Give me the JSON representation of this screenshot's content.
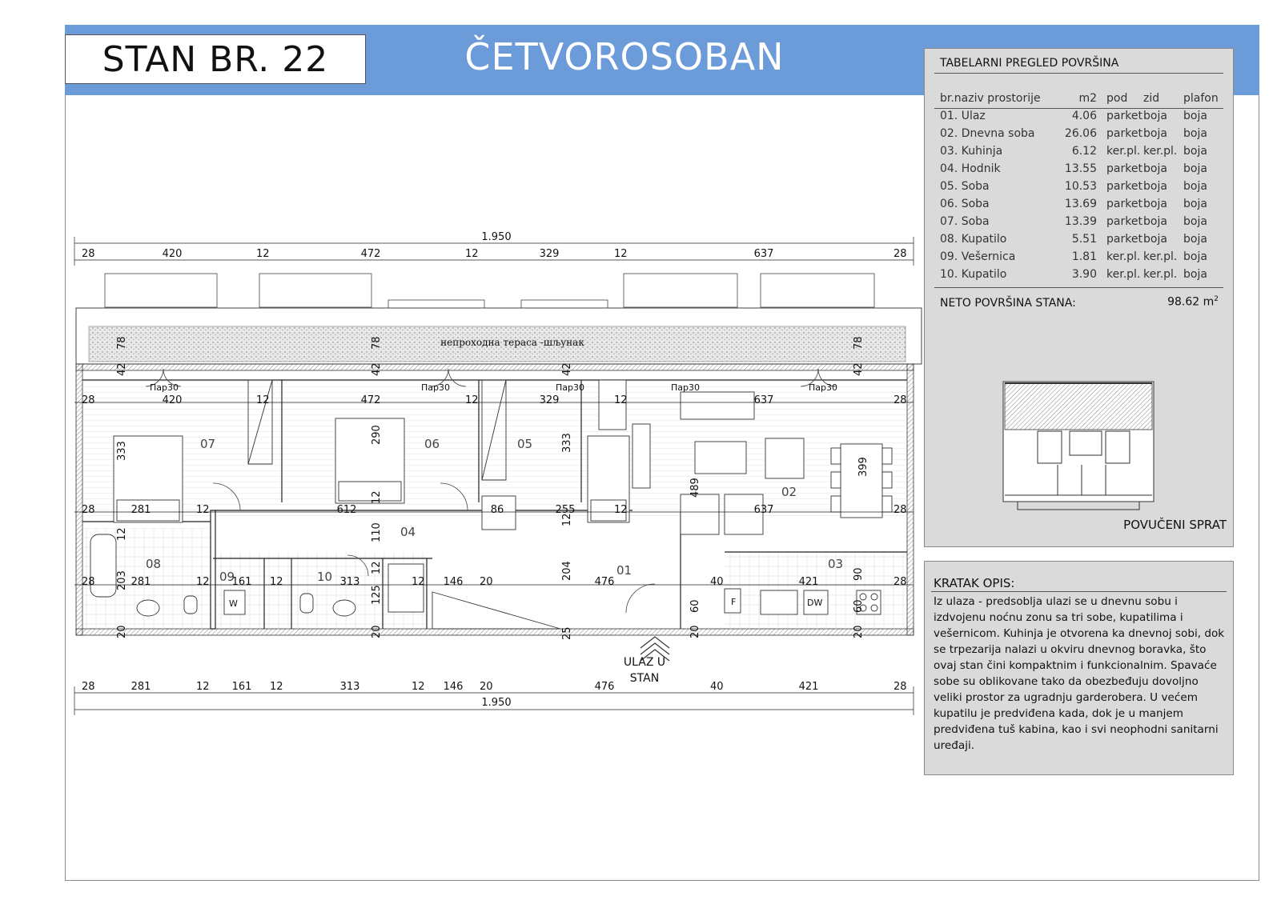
{
  "header": {
    "apartment": "STAN BR. 22",
    "type": "ČETVOROSOBAN"
  },
  "area_table": {
    "title": "TABELARNI PREGLED POVRŠINA",
    "columns": [
      "br.naziv prostorije",
      "m2",
      "pod",
      "zid",
      "plafon"
    ],
    "rows": [
      {
        "name": "01. Ulaz",
        "m2": "4.06",
        "pod": "parket",
        "zid": "boja",
        "plafon": "boja"
      },
      {
        "name": "02. Dnevna soba",
        "m2": "26.06",
        "pod": "parket",
        "zid": "boja",
        "plafon": "boja"
      },
      {
        "name": "03. Kuhinja",
        "m2": "6.12",
        "pod": "ker.pl.",
        "zid": "ker.pl.",
        "plafon": "boja"
      },
      {
        "name": "04. Hodnik",
        "m2": "13.55",
        "pod": "parket",
        "zid": "boja",
        "plafon": "boja"
      },
      {
        "name": "05. Soba",
        "m2": "10.53",
        "pod": "parket",
        "zid": "boja",
        "plafon": "boja"
      },
      {
        "name": "06. Soba",
        "m2": "13.69",
        "pod": "parket",
        "zid": "boja",
        "plafon": "boja"
      },
      {
        "name": "07. Soba",
        "m2": "13.39",
        "pod": "parket",
        "zid": "boja",
        "plafon": "boja"
      },
      {
        "name": "08. Kupatilo",
        "m2": "5.51",
        "pod": "parket",
        "zid": "boja",
        "plafon": "boja"
      },
      {
        "name": "09. Vešernica",
        "m2": "1.81",
        "pod": "ker.pl.",
        "zid": "ker.pl.",
        "plafon": "boja"
      },
      {
        "name": "10. Kupatilo",
        "m2": "3.90",
        "pod": "ker.pl.",
        "zid": "ker.pl.",
        "plafon": "boja"
      }
    ],
    "net_label": "NETO POVRŠINA STANA:",
    "net_value": "98.62 m",
    "net_unit_sup": "2",
    "floor_label": "POVUČENI SPRAT"
  },
  "description": {
    "title": "KRATAK OPIS:",
    "text": "Iz ulaza - predsoblja ulazi se u dnevnu sobu i izdvojenu noćnu zonu sa tri sobe, kupatilima i vešernicom. Kuhinja je otvorena ka dnevnoj sobi, dok se trpezarija nalazi u okviru dnevnog boravka, što ovaj stan čini kompaktnim i funkcionalnim. Spavaće sobe su oblikovane tako da obezbeđuju dovoljno veliki prostor za ugradnju garderobera. U većem kupatilu je predviđena kada, dok je u manjem predviđena tuš kabina, kao i svi neophodni sanitarni uređaji."
  },
  "plan": {
    "total_top": "1.950",
    "total_bottom": "1.950",
    "top_dims": [
      "28",
      "420",
      "12",
      "472",
      "12",
      "329",
      "12",
      "637",
      "28"
    ],
    "mid_dims": [
      "28",
      "420",
      "12",
      "472",
      "12",
      "329",
      "12",
      "637",
      "28"
    ],
    "row3_dims": [
      "28",
      "281",
      "12",
      "612",
      "86",
      "255",
      "12",
      "637",
      "28"
    ],
    "row4_dims": [
      "28",
      "281",
      "12",
      "161",
      "12",
      "313",
      "12",
      "146",
      "20",
      "476",
      "40",
      "421",
      "28"
    ],
    "bottom_dims": [
      "28",
      "281",
      "12",
      "161",
      "12",
      "313",
      "12",
      "146",
      "20",
      "476",
      "40",
      "421",
      "28"
    ],
    "vertical_dims": [
      "78",
      "42",
      "333",
      "12",
      "203",
      "20",
      "78",
      "42",
      "290",
      "12",
      "110",
      "12",
      "125",
      "20",
      "42",
      "333",
      "12",
      "204",
      "25",
      "489",
      "20",
      "78",
      "42",
      "399",
      "90",
      "60",
      "20",
      "60"
    ],
    "terrace_label": "непроходна тераса -шљунак",
    "window_label": "Пар30",
    "rooms": [
      "01",
      "02",
      "03",
      "04",
      "05",
      "06",
      "07",
      "08",
      "09",
      "10"
    ],
    "appliances": [
      "W",
      "F",
      "DW"
    ],
    "entrance": [
      "ULAZ U",
      "STAN"
    ]
  },
  "colors": {
    "header_band": "#6b9bd8",
    "panel": "#dadada",
    "hatch": "#9aa3a3"
  }
}
